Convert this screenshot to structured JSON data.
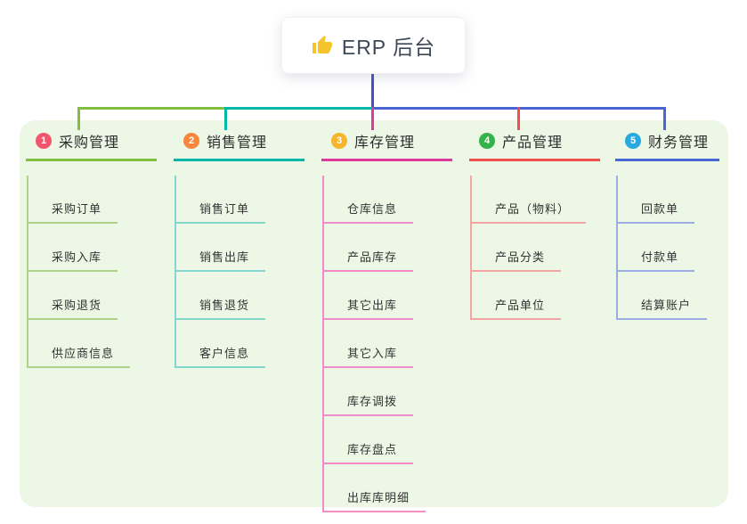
{
  "root": {
    "title": "ERP 后台",
    "icon": "thumbs-up-icon"
  },
  "branches": [
    {
      "index": "1",
      "label": "采购管理",
      "color": "#82bf3f",
      "line_color": "#abd489",
      "badge_color": "#f1566d",
      "children": [
        "采购订单",
        "采购入库",
        "采购退货",
        "供应商信息"
      ]
    },
    {
      "index": "2",
      "label": "销售管理",
      "color": "#00b7a8",
      "line_color": "#82d8cf",
      "badge_color": "#f8873c",
      "children": [
        "销售订单",
        "销售出库",
        "销售退货",
        "客户信息"
      ]
    },
    {
      "index": "3",
      "label": "库存管理",
      "color": "#de3a9b",
      "line_color": "#f08cc6",
      "badge_color": "#f6b52a",
      "children": [
        "仓库信息",
        "产品库存",
        "其它出库",
        "其它入库",
        "库存调拨",
        "库存盘点",
        "出库库明细"
      ]
    },
    {
      "index": "4",
      "label": "产品管理",
      "color": "#ef4f4f",
      "line_color": "#f5a4a4",
      "badge_color": "#33b34a",
      "children": [
        "产品（物料）",
        "产品分类",
        "产品单位"
      ]
    },
    {
      "index": "5",
      "label": "财务管理",
      "color": "#4a66d5",
      "line_color": "#9cade6",
      "badge_color": "#29a9e1",
      "children": [
        "回款单",
        "付款单",
        "结算账户"
      ]
    }
  ],
  "canvas": {
    "panel_background": "#ecf7e6",
    "root_connector_color": "#4150c8"
  }
}
